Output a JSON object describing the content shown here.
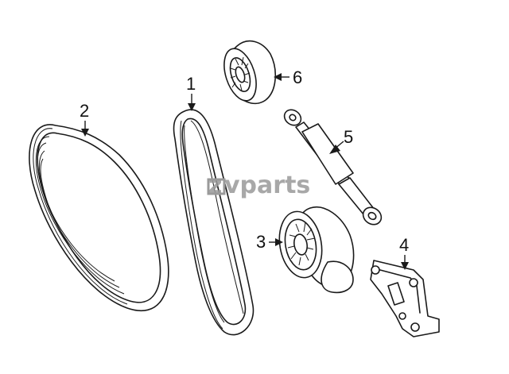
{
  "diagram": {
    "watermark": {
      "mark": "z",
      "text": "vparts",
      "colors": {
        "mark": "#9a9a9a",
        "text": "#9a9a9a"
      }
    },
    "callouts": [
      {
        "id": "belt-large",
        "label": "1"
      },
      {
        "id": "belt-small",
        "label": "2"
      },
      {
        "id": "tensioner",
        "label": "3"
      },
      {
        "id": "bracket",
        "label": "4"
      },
      {
        "id": "damper",
        "label": "5"
      },
      {
        "id": "idler-pulley",
        "label": "6"
      }
    ]
  }
}
